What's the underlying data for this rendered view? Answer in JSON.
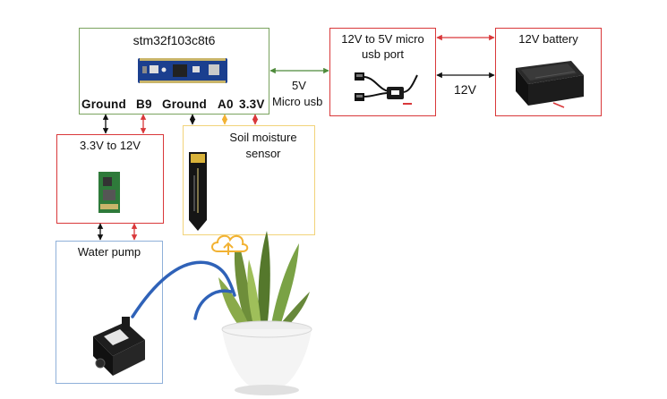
{
  "mcu": {
    "title": "stm32f103c8t6",
    "pins": [
      "Ground",
      "B9",
      "Ground",
      "A0",
      "3.3V"
    ]
  },
  "converter_usb": {
    "title_line1": "12V to 5V micro",
    "title_line2": "usb port"
  },
  "battery": {
    "title": "12V battery"
  },
  "boost": {
    "title": "3.3V to 12V"
  },
  "sensor": {
    "title_line1": "Soil moisture",
    "title_line2": "sensor"
  },
  "pump": {
    "title": "Water  pump"
  },
  "links": {
    "usb_5v": "5V",
    "usb_micro": "Micro usb",
    "battery_12v": "12V"
  },
  "colors": {
    "power": "#d9383a",
    "ground": "#111111",
    "signal": "#f2b233",
    "usb": "#4e8a3a",
    "water": "#2f62b8"
  }
}
